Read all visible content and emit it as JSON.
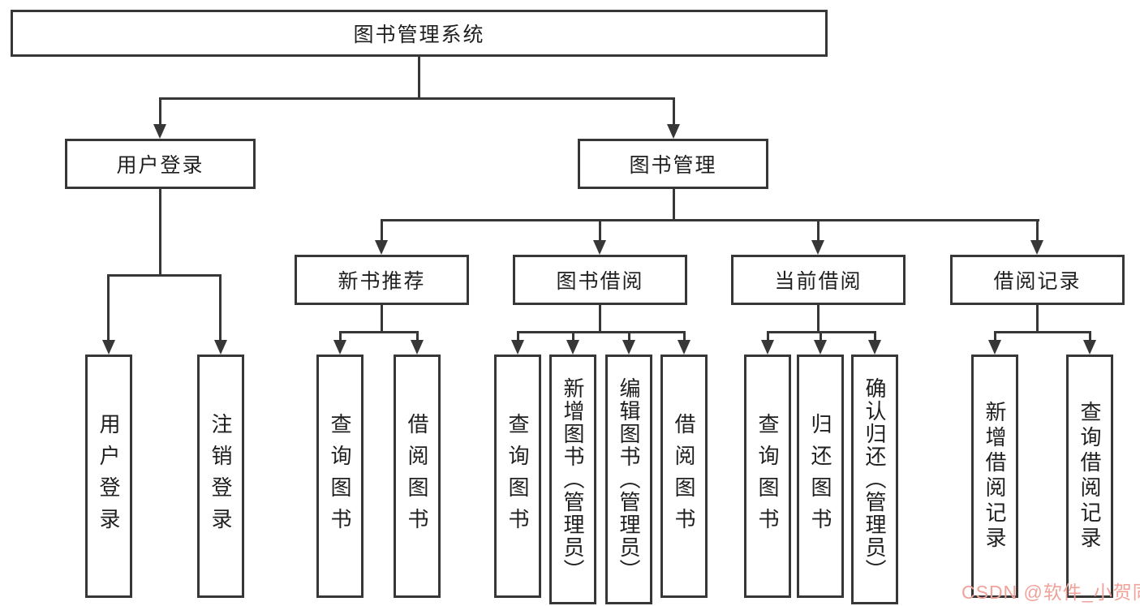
{
  "colors": {
    "line": "#373737",
    "box_border": "#373737",
    "text": "#1f1f1f",
    "watermark": "#f0a29a",
    "background": "#ffffff"
  },
  "watermark": {
    "text": "CSDN @软件_小贺同学"
  },
  "nodes": {
    "root": "图书管理系统",
    "user_login": "用户登录",
    "book_management": "图书管理",
    "new_book_recommend": "新书推荐",
    "book_borrowing": "图书借阅",
    "current_borrowing": "当前借阅",
    "borrowing_records": "借阅记录",
    "leaf_user_login": "用户登录",
    "leaf_logout": "注销登录",
    "leaf_query_books_recommend": "查询图书",
    "leaf_borrow_books_recommend": "借阅图书",
    "leaf_query_books_borrowing": "查询图书",
    "leaf_add_books_admin": "新增图书（管理员）",
    "leaf_edit_books_admin": "编辑图书（管理员）",
    "leaf_borrow_books_borrowing": "借阅图书",
    "leaf_query_books_current": "查询图书",
    "leaf_return_books": "归还图书",
    "leaf_confirm_return_admin": "确认归还（管理员）",
    "leaf_add_borrow_record": "新增借阅记录",
    "leaf_query_borrow_record": "查询借阅记录"
  }
}
